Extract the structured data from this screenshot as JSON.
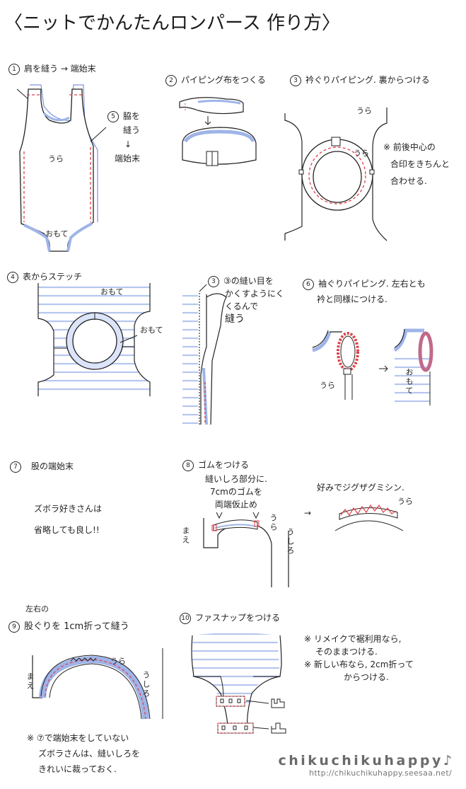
{
  "title": "〈ニットでかんたんロンパース 作り方〉",
  "colors": {
    "line": "#222222",
    "stitch_red": "#e0404a",
    "stripe_blue": "#9fb4e8",
    "background": "#ffffff",
    "brand_gray": "#6a6a6a"
  },
  "steps": [
    {
      "number": "1",
      "text": "肩を縫う → 端始末",
      "labels": {
        "inside": "うら",
        "crotch": "おもて"
      }
    },
    {
      "number": "2",
      "text": "パイピング布をつくる"
    },
    {
      "number": "3",
      "text": "衿ぐりパイピング. 裏からつける",
      "labels": {
        "inside": "うら",
        "binding": "うら"
      },
      "note": [
        "※ 前後中心の",
        "合印をきちんと",
        "合わせる."
      ]
    },
    {
      "number": "4",
      "text": "表からステッチ",
      "labels": {
        "body": "おもて",
        "binding": "おもて"
      }
    },
    {
      "number": "5",
      "text": [
        "脇を",
        "縫う",
        "↓",
        "端始末"
      ]
    },
    {
      "number": "",
      "text": [
        "③の縫い目を",
        "かくすようにく",
        "くるんで",
        "縫う"
      ],
      "ref_number": "3"
    },
    {
      "number": "6",
      "text": [
        "袖ぐりパイピング. 左右とも",
        "衿と同様につける."
      ],
      "labels": {
        "left": "うら",
        "right": "おもて",
        "arrow": "→"
      }
    },
    {
      "number": "7",
      "text": "股の端始末",
      "note": [
        "ズボラ好きさんは",
        "省略しても良し!!"
      ]
    },
    {
      "number": "8",
      "text": "ゴムをつける",
      "note": [
        "縫いしろ部分に.",
        "7cmのゴムを",
        "両端仮止め"
      ],
      "labels": {
        "front": "まえ",
        "inside": "うら",
        "back": "うしろ"
      },
      "extra_note": "好みでジグザグミシン.",
      "extra_label": "うら",
      "arrow": "→"
    },
    {
      "number": "9",
      "pre_text": "左右の",
      "text": "股ぐりを 1cm折って縫う",
      "labels": {
        "front": "まえ",
        "inside": "うら",
        "back": "うしろ"
      },
      "note": [
        "※ ⑦で端始末をしていない",
        "ズボラさんは、縫いしろを",
        "きれいに裁っておく."
      ],
      "note_ref": "7"
    },
    {
      "number": "10",
      "text": "ファスナップをつける",
      "note": [
        "※ リメイクで裾利用なら,",
        "そのままつける.",
        "※ 新しい布なら, 2cm折って",
        "からつける."
      ]
    }
  ],
  "footer": {
    "brand": "chikuchikuhappy",
    "note_icon": "♪",
    "url": "http://chikuchikuhappy.seesaa.net/"
  }
}
